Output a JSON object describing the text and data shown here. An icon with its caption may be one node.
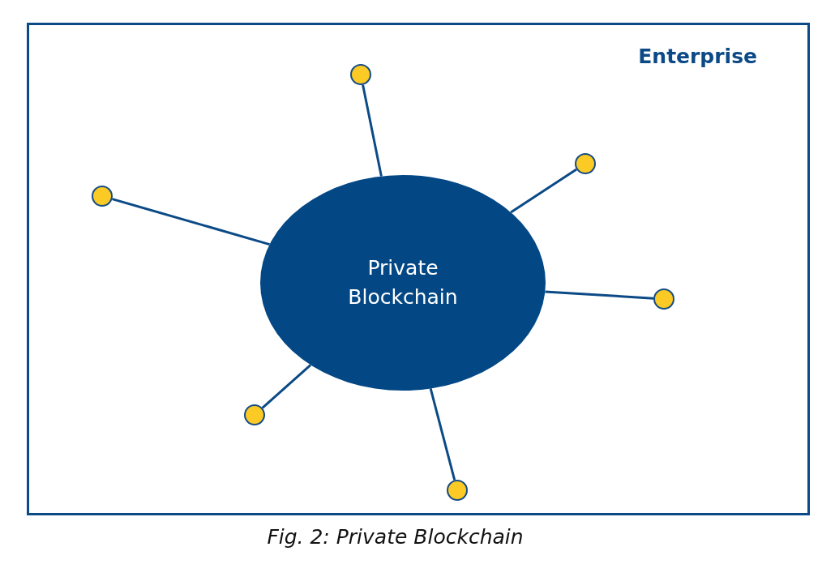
{
  "diagram": {
    "caption": "Fig. 2: Private Blockchain",
    "nodes": [
      {
        "text": [
          "Enterprise"
        ]
      },
      {
        "text": [
          "Private Blockchain"
        ],
        "in": 0
      },
      {
        "text": [],
        "shape": "circle",
        "in": 0
      },
      {
        "text": [],
        "shape": "circle",
        "in": 0
      },
      {
        "text": [],
        "shape": "circle",
        "in": 0
      },
      {
        "text": [],
        "shape": "circle",
        "in": 0
      },
      {
        "text": [],
        "shape": "circle",
        "in": 0
      },
      {
        "text": [],
        "shape": "circle",
        "in": 0
      }
    ],
    "edges": [
      {
        "from": 1,
        "to": 2,
        "arrow": "none"
      },
      {
        "from": 1,
        "to": 3,
        "arrow": "none"
      },
      {
        "from": 1,
        "to": 4,
        "arrow": "none"
      },
      {
        "from": 1,
        "to": 5,
        "arrow": "none"
      },
      {
        "from": 1,
        "to": 6,
        "arrow": "none"
      },
      {
        "from": 1,
        "to": 7,
        "arrow": "none"
      }
    ]
  }
}
